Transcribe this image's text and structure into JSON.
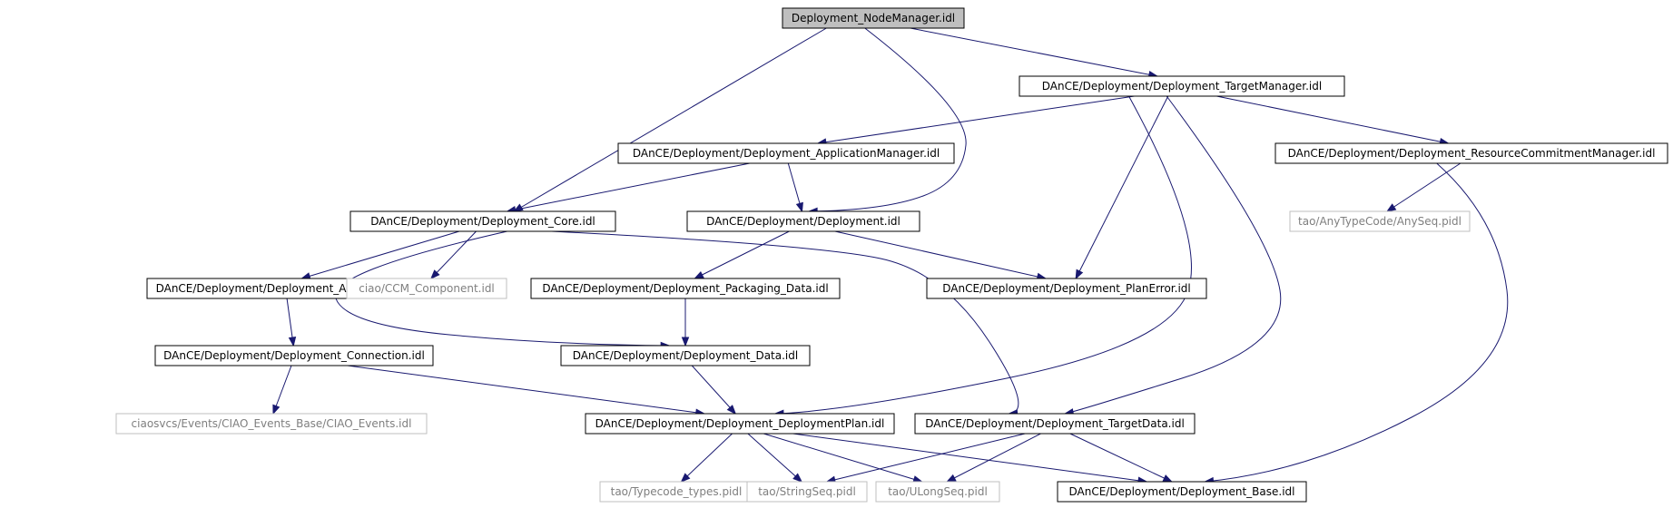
{
  "colors": {
    "edge": "#191970",
    "root_fill": "#bfbfbf",
    "node_border": "#000000",
    "external_border": "#bfbfbf",
    "external_text": "#7f7f7f",
    "text": "#000000"
  },
  "nodes": [
    {
      "id": "root",
      "label": "Deployment_NodeManager.idl",
      "kind": "root"
    },
    {
      "id": "targetmgr",
      "label": "DAnCE/Deployment/Deployment_TargetManager.idl",
      "kind": "normal"
    },
    {
      "id": "appmgr",
      "label": "DAnCE/Deployment/Deployment_ApplicationManager.idl",
      "kind": "normal"
    },
    {
      "id": "rescommit",
      "label": "DAnCE/Deployment/Deployment_ResourceCommitmentManager.idl",
      "kind": "normal"
    },
    {
      "id": "core",
      "label": "DAnCE/Deployment/Deployment_Core.idl",
      "kind": "normal"
    },
    {
      "id": "deployment",
      "label": "DAnCE/Deployment/Deployment.idl",
      "kind": "normal"
    },
    {
      "id": "anyseq",
      "label": "tao/AnyTypeCode/AnySeq.pidl",
      "kind": "external"
    },
    {
      "id": "application",
      "label": "DAnCE/Deployment/Deployment_Application.idl",
      "kind": "normal"
    },
    {
      "id": "ccm",
      "label": "ciao/CCM_Component.idl",
      "kind": "external"
    },
    {
      "id": "packaging",
      "label": "DAnCE/Deployment/Deployment_Packaging_Data.idl",
      "kind": "normal"
    },
    {
      "id": "planerror",
      "label": "DAnCE/Deployment/Deployment_PlanError.idl",
      "kind": "normal"
    },
    {
      "id": "connection",
      "label": "DAnCE/Deployment/Deployment_Connection.idl",
      "kind": "normal"
    },
    {
      "id": "data",
      "label": "DAnCE/Deployment/Deployment_Data.idl",
      "kind": "normal"
    },
    {
      "id": "ciaoevents",
      "label": "ciaosvcs/Events/CIAO_Events_Base/CIAO_Events.idl",
      "kind": "external"
    },
    {
      "id": "deployplan",
      "label": "DAnCE/Deployment/Deployment_DeploymentPlan.idl",
      "kind": "normal"
    },
    {
      "id": "targetdata",
      "label": "DAnCE/Deployment/Deployment_TargetData.idl",
      "kind": "normal"
    },
    {
      "id": "typecode",
      "label": "tao/Typecode_types.pidl",
      "kind": "external"
    },
    {
      "id": "stringseq",
      "label": "tao/StringSeq.pidl",
      "kind": "external"
    },
    {
      "id": "ulongseq",
      "label": "tao/ULongSeq.pidl",
      "kind": "external"
    },
    {
      "id": "base",
      "label": "DAnCE/Deployment/Deployment_Base.idl",
      "kind": "normal"
    }
  ],
  "edges": [
    {
      "from": "root",
      "to": "targetmgr"
    },
    {
      "from": "root",
      "to": "core"
    },
    {
      "from": "root",
      "to": "deployment"
    },
    {
      "from": "targetmgr",
      "to": "appmgr"
    },
    {
      "from": "targetmgr",
      "to": "rescommit"
    },
    {
      "from": "targetmgr",
      "to": "planerror"
    },
    {
      "from": "targetmgr",
      "to": "deployplan"
    },
    {
      "from": "targetmgr",
      "to": "targetdata"
    },
    {
      "from": "appmgr",
      "to": "core"
    },
    {
      "from": "appmgr",
      "to": "deployment"
    },
    {
      "from": "rescommit",
      "to": "anyseq"
    },
    {
      "from": "rescommit",
      "to": "base"
    },
    {
      "from": "core",
      "to": "application"
    },
    {
      "from": "core",
      "to": "ccm"
    },
    {
      "from": "core",
      "to": "data"
    },
    {
      "from": "core",
      "to": "targetdata"
    },
    {
      "from": "deployment",
      "to": "packaging"
    },
    {
      "from": "deployment",
      "to": "planerror"
    },
    {
      "from": "application",
      "to": "connection"
    },
    {
      "from": "packaging",
      "to": "data"
    },
    {
      "from": "connection",
      "to": "ciaoevents"
    },
    {
      "from": "connection",
      "to": "deployplan"
    },
    {
      "from": "data",
      "to": "deployplan"
    },
    {
      "from": "deployplan",
      "to": "typecode"
    },
    {
      "from": "deployplan",
      "to": "stringseq"
    },
    {
      "from": "deployplan",
      "to": "ulongseq"
    },
    {
      "from": "deployplan",
      "to": "base"
    },
    {
      "from": "targetdata",
      "to": "stringseq"
    },
    {
      "from": "targetdata",
      "to": "ulongseq"
    },
    {
      "from": "targetdata",
      "to": "base"
    }
  ]
}
